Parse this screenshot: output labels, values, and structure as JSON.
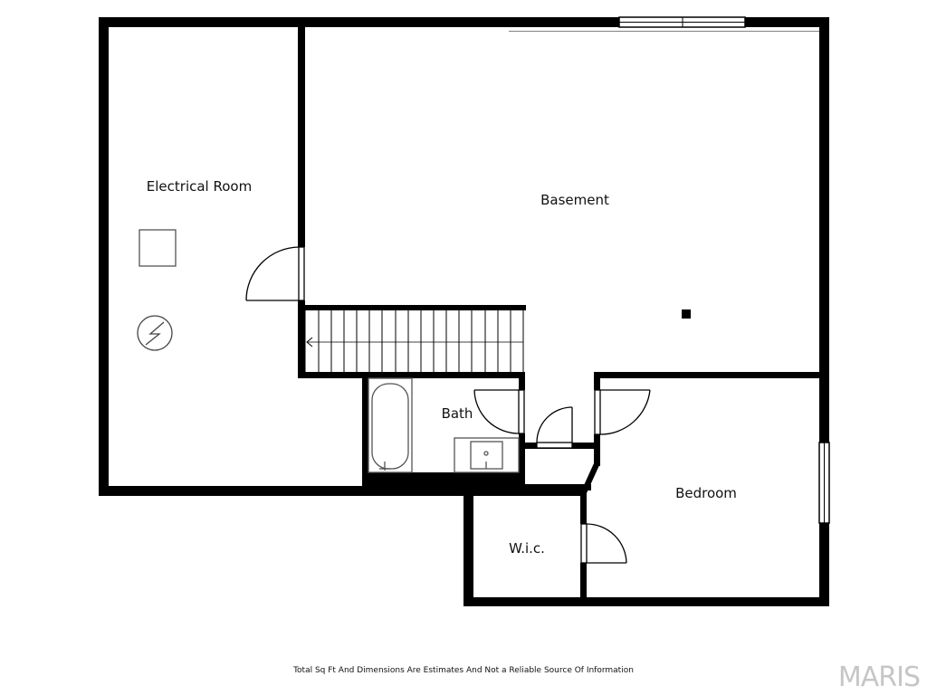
{
  "rooms": {
    "electrical_room": "Electrical Room",
    "basement": "Basement",
    "bath": "Bath",
    "bedroom": "Bedroom",
    "wic": "W.i.c."
  },
  "disclaimer": "Total Sq Ft And Dimensions Are Estimates And Not a Reliable Source Of Information",
  "brand": "MARIS",
  "colors": {
    "wall": "#000000",
    "background": "#ffffff",
    "fixture": "#555555",
    "logo": "#c6c6c6"
  },
  "icons": {
    "electrical_panel": "lightning-bolt-circle-icon",
    "stairs_direction": "arrow-left-icon"
  }
}
